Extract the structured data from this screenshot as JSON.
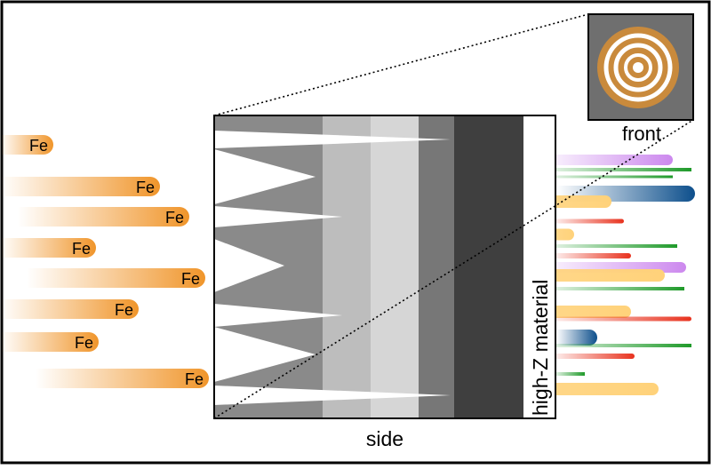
{
  "labels": {
    "ion": "Fe",
    "front": "front",
    "side": "side",
    "material": "high-Z material"
  },
  "colors": {
    "frame": "#000000",
    "ion_orange": "#f0952a",
    "layer_dark": "#3f3f3f",
    "layer_mid": "#777777",
    "layer_base": "#8a8a8a",
    "layer_light": "#bdbdbd",
    "layer_lighter": "#d6d6d6",
    "inset_bg": "#6f6f6f",
    "inset_ring": "#c98a3c",
    "frag_purple": "#cc88ee",
    "frag_green": "#1f9a2a",
    "frag_blue": "#0d4f8c",
    "frag_red": "#e8321e",
    "frag_yellow": "#ffd27a"
  },
  "icons": {
    "ion_beam": "ion-beam-icon",
    "fragment": "fragment-track-icon",
    "front_view": "concentric-rings-icon"
  }
}
